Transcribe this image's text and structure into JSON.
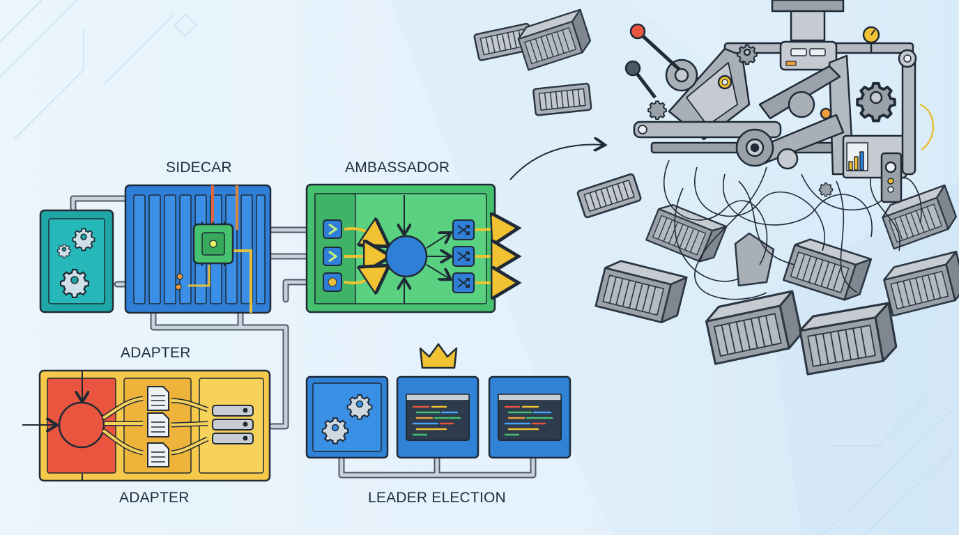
{
  "labels": {
    "sidecar": "SIDECAR",
    "ambassador": "AMBASSADOR",
    "adapter_top": "ADAPTER",
    "adapter_bottom": "ADAPTER",
    "leader_election": "LEADER ELECTION"
  },
  "colors": {
    "background": "#e9f4fb",
    "sidecar_blue": "#2f7fd8",
    "app_teal": "#1fa7a8",
    "ambassador_green": "#46c26e",
    "adapter_yellow": "#f6c94a",
    "adapter_red": "#e9553f",
    "leader_blue": "#2f82d6",
    "container_gray": "#a8aeb5",
    "accent_yellow": "#f1c232",
    "outline": "#1f2a36"
  },
  "icons": [
    "gear-icon",
    "chip-icon",
    "chevron-right-icon",
    "shuffle-icon",
    "document-icon",
    "server-icon",
    "crown-icon",
    "code-window-icon",
    "gauge-icon"
  ]
}
